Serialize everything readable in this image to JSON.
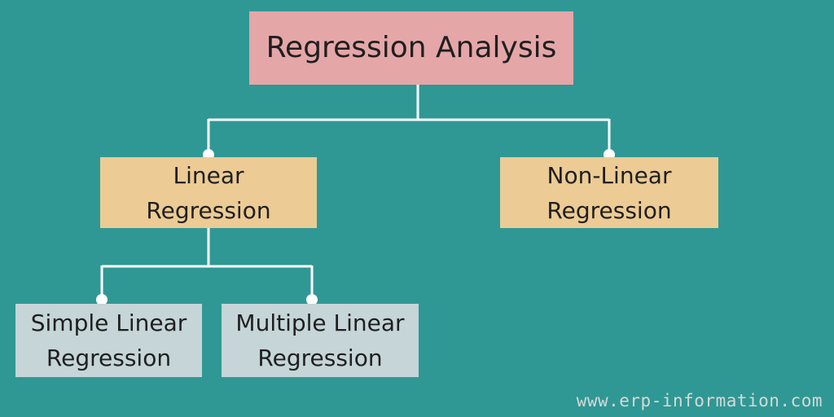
{
  "canvas": {
    "background_color": "#2f9894",
    "connector_color": "#ffffff",
    "text_color": "#1f1f1f"
  },
  "diagram": {
    "type": "hierarchy-tree",
    "nodes": {
      "root": {
        "label": "Regression Analysis",
        "color": "#e5a6a8"
      },
      "linear": {
        "line1": "Linear",
        "line2": "Regression",
        "color": "#eccb94"
      },
      "nonlinear": {
        "line1": "Non-Linear",
        "line2": "Regression",
        "color": "#eccb94"
      },
      "simple": {
        "line1": "Simple Linear",
        "line2": "Regression",
        "color": "#c5d5d8"
      },
      "multiple": {
        "line1": "Multiple Linear",
        "line2": "Regression",
        "color": "#c5d5d8"
      }
    },
    "hierarchy": {
      "Regression Analysis": {
        "Linear Regression": [
          "Simple Linear Regression",
          "Multiple Linear Regression"
        ],
        "Non-Linear Regression": []
      }
    }
  },
  "watermark": {
    "text": "www.erp-information.com",
    "color": "#d8d8d8"
  }
}
